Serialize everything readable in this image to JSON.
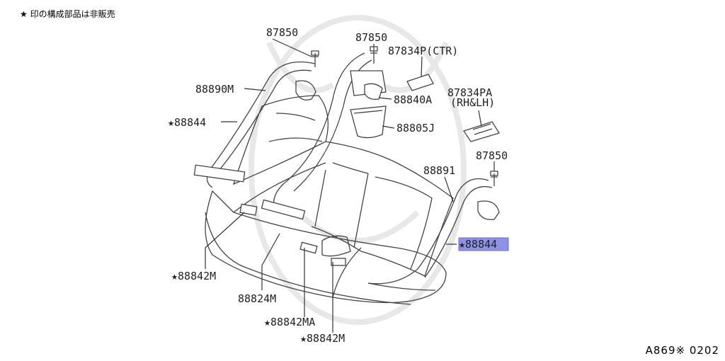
{
  "note": "★ 印の構成部品は非販売",
  "figure_code": "A869※ 0202",
  "callouts": {
    "bolt_left": "87850",
    "bolt_center": "87850",
    "bolt_right": "87850",
    "guide_left": "88890M",
    "guide_right": "88891",
    "belt_left": "★88844",
    "belt_right": "★88844",
    "buckle_center": "88840A",
    "pocket": "88805J",
    "finisher_ctr_code": "87834P(CTR)",
    "finisher_side_code": "87834PA",
    "finisher_side_pos": "(RH&LH)",
    "buckle_lh": "★88842M",
    "buckle_center_belt": "88824M",
    "buckle_ma": "★88842MA",
    "buckle_rh": "★88842M"
  },
  "highlight_color": "#7b7fe0"
}
